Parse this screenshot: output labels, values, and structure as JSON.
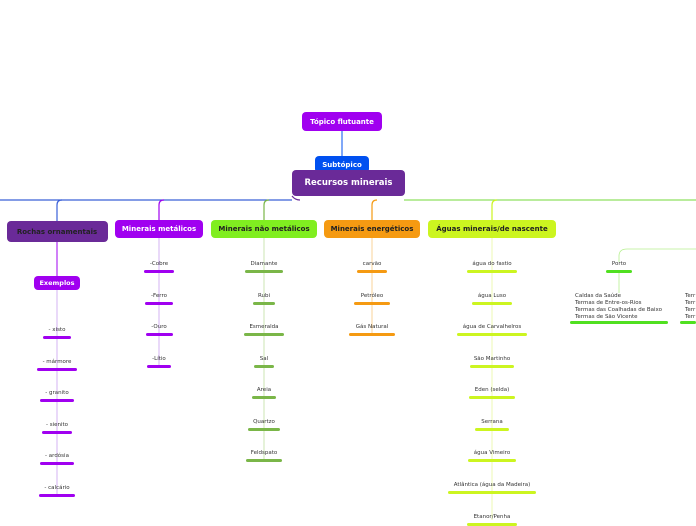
{
  "floating": {
    "label": "Tópico flutuante",
    "color": "#a000f0"
  },
  "subtopic": {
    "label": "Subtópico",
    "color": "#0050f0"
  },
  "root": {
    "label": "Recursos minerais",
    "color": "#6a2a98"
  },
  "branches": [
    {
      "label": "Rochas ornamentais",
      "color": "#6a2a98",
      "text_color": "#222222",
      "sub": {
        "label": "Exemplos",
        "color": "#a000f0"
      },
      "leaf_color": "#a000f0",
      "leaves": [
        "- xisto",
        "- mármore",
        "- granito",
        "- sienito",
        "- ardósia",
        "- calcário"
      ]
    },
    {
      "label": "Minerais metálicos",
      "color": "#a000f0",
      "text_color": "#ffffff",
      "leaf_color": "#a000f0",
      "leaves": [
        "-Cobre",
        "-Ferro",
        "-Ouro",
        "-Lítio"
      ]
    },
    {
      "label": "Minerais não metálicos",
      "color": "#80ee20",
      "text_color": "#222222",
      "leaf_color": "#7ab648",
      "leaves": [
        "Diamante",
        "Rubi",
        "Esmeralda",
        "Sal",
        "Areia",
        "Quartzo",
        "Feldspato"
      ]
    },
    {
      "label": "Minerais energéticos",
      "color": "#f59a12",
      "text_color": "#222222",
      "leaf_color": "#f59a12",
      "leaves": [
        "carvão",
        "Petróleo",
        "Gás Natural"
      ]
    },
    {
      "label": "Águas minerais/de nascente",
      "color": "#ccf520",
      "text_color": "#222222",
      "leaf_color": "#ccf520",
      "leaves": [
        "água do fastio",
        "água Luso",
        "água de Carvalhelros",
        "São Martinho",
        "Eden (selda)",
        "Serrana",
        "água Vimeiro",
        "Atlântica (água da Madeira)",
        "Etanor/Penha"
      ]
    }
  ],
  "porto": {
    "label": "Porto",
    "color": "#50e020",
    "lines": [
      "Caldas da Saúde",
      "Termas de Entre-os-Rios",
      "Termas das Coalhadas de Baixo",
      "Termas de São Vicente"
    ]
  },
  "clipped_lines": [
    "Terr",
    "Terr",
    "Terr",
    "Terr"
  ]
}
